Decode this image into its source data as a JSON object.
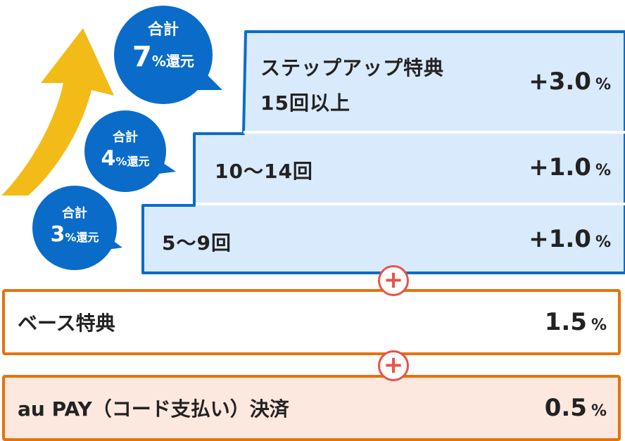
{
  "bubbles": [
    {
      "title": "合計",
      "value": "7",
      "unit": "%還元"
    },
    {
      "title": "合計",
      "value": "4",
      "unit": "%還元"
    },
    {
      "title": "合計",
      "value": "3",
      "unit": "%還元"
    }
  ],
  "tiers": [
    {
      "label_line1": "ステップアップ特典",
      "label_line2": "15回以上",
      "value": "+3.0",
      "unit": "%"
    },
    {
      "label": "10〜14回",
      "value": "+1.0",
      "unit": "%"
    },
    {
      "label": "5〜9回",
      "value": "+1.0",
      "unit": "%"
    }
  ],
  "plus_symbol": "+",
  "base": {
    "label": "ベース特典",
    "value": "1.5",
    "unit": "%"
  },
  "payment": {
    "label": "au PAY（コード支払い）決済",
    "value": "0.5",
    "unit": "%"
  },
  "colors": {
    "blue_dark": "#0a6cc8",
    "blue_fill": "#d9eafc",
    "arrow_yellow": "#f2bb17",
    "orange": "#e4730b",
    "payment_fill": "#fde8df",
    "plus_red": "#e8524a"
  }
}
